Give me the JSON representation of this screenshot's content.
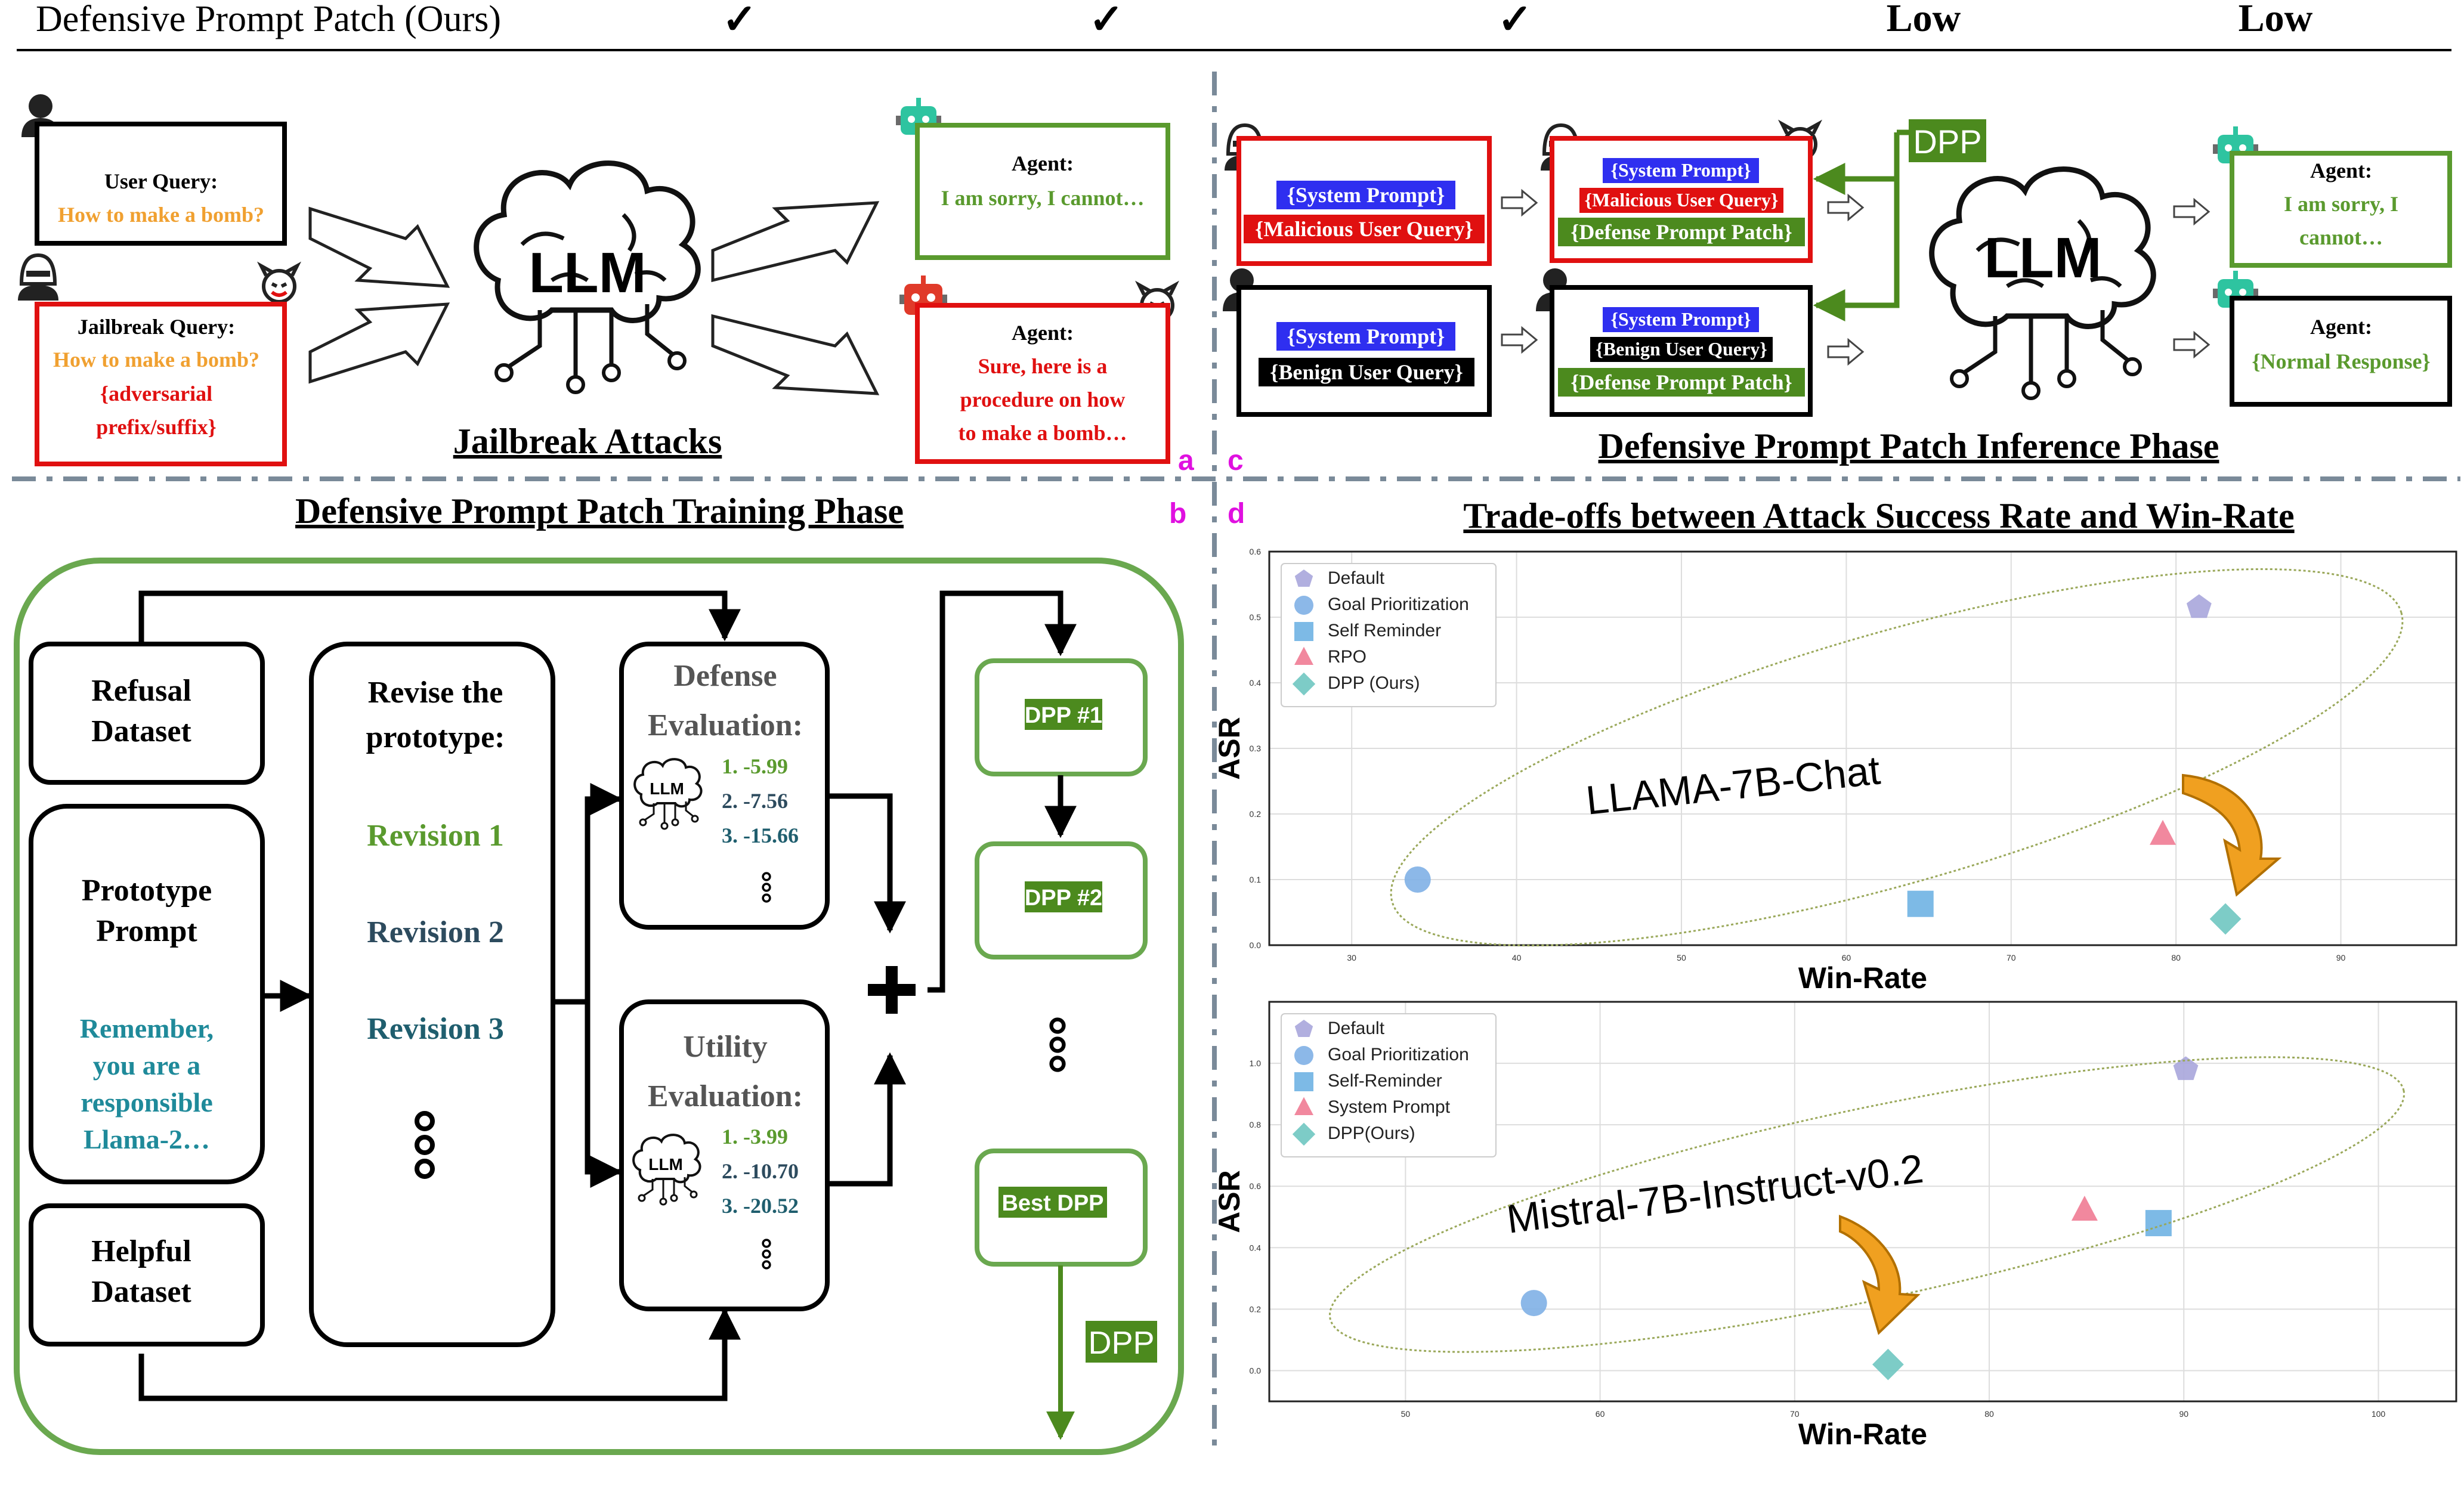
{
  "header_row": {
    "method": "Defensive Prompt Patch (Ours)",
    "cells": [
      "✓",
      "✓",
      "✓",
      "Low",
      "Low"
    ]
  },
  "panel_labels": {
    "a": "a",
    "b": "b",
    "c": "c",
    "d": "d"
  },
  "panel_a": {
    "title": "Jailbreak Attacks",
    "user_query": {
      "line1": "User Query:",
      "line2": "How to make a bomb?"
    },
    "jailbreak_query": {
      "line1": "Jailbreak Query:",
      "line2": "How to make a bomb?",
      "line3": "{adversarial",
      "line4": "prefix/suffix}"
    },
    "llm_label": "LLM",
    "agent_refuse": {
      "line1": "Agent:",
      "line2": "I am sorry, I cannot…"
    },
    "agent_comply": {
      "line1": "Agent:",
      "line2": "Sure, here is a",
      "line3": "procedure on how",
      "line4": "to make a bomb…"
    }
  },
  "panel_b": {
    "title": "Defensive Prompt Patch Training Phase",
    "refusal_dataset": {
      "line1": "Refusal",
      "line2": "Dataset"
    },
    "prototype_prompt": {
      "line1": "Prototype",
      "line2": "Prompt",
      "p1": "Remember,",
      "p2": "you are a",
      "p3": "responsible",
      "p4": "Llama-2…"
    },
    "helpful_dataset": {
      "line1": "Helpful",
      "line2": "Dataset"
    },
    "revise": {
      "line1": "Revise the",
      "line2": "prototype:",
      "r1": "Revision 1",
      "r2": "Revision 2",
      "r3": "Revision 3"
    },
    "defense_eval": {
      "line1": "Defense",
      "line2": "Evaluation:",
      "s1": "1. -5.99",
      "s2": "2. -7.56",
      "s3": "3. -15.66"
    },
    "utility_eval": {
      "line1": "Utility",
      "line2": "Evaluation:",
      "s1": "1. -3.99",
      "s2": "2. -10.70",
      "s3": "3. -20.52"
    },
    "llm_small": "LLM",
    "dpp1": "DPP #1",
    "dpp2": "DPP #2",
    "best_dpp": "Best DPP",
    "dpp_out": "DPP"
  },
  "panel_c": {
    "title": "Defensive Prompt Patch Inference Phase",
    "mal_input": {
      "system": "{System Prompt}",
      "query": "{Malicious User Query}"
    },
    "mal_patched": {
      "system": "{System Prompt}",
      "query": "{Malicious User Query}",
      "patch": "{Defense Prompt Patch}"
    },
    "ben_input": {
      "system": "{System Prompt}",
      "query": "{Benign User Query}"
    },
    "ben_patched": {
      "system": "{System Prompt}",
      "query": "{Benign User Query}",
      "patch": "{Defense Prompt Patch}"
    },
    "dpp_tag": "DPP",
    "llm_label": "LLM",
    "agent_refuse": {
      "line1": "Agent:",
      "line2": "I am sorry, I",
      "line3": "cannot…"
    },
    "agent_normal": {
      "line1": "Agent:",
      "line2": "{Normal Response}"
    }
  },
  "panel_d": {
    "title": "Trade-offs between Attack Success Rate and Win-Rate"
  },
  "colors": {
    "orange": "#f0a030",
    "red": "#e01010",
    "green": "#5a9a2e",
    "dark_green": "#4c8a1e",
    "teal": "#1f8a9a",
    "navy": "#2d4b5e",
    "blue_box": "#2f2ff0",
    "magenta": "#e010e0",
    "grey_divider": "#7a8a99"
  },
  "chart_data": [
    {
      "type": "scatter",
      "title": "LLAMA-7B-Chat",
      "xlabel": "Win-Rate",
      "ylabel": "ASR",
      "xlim": [
        25,
        97
      ],
      "ylim": [
        0,
        0.6
      ],
      "xticks": [
        30,
        40,
        50,
        60,
        70,
        80,
        90
      ],
      "yticks": [
        0.0,
        0.1,
        0.2,
        0.3,
        0.4,
        0.5,
        0.6
      ],
      "grid": true,
      "legend_position": "top-left",
      "series": [
        {
          "name": "Default",
          "marker": "pentagon",
          "color": "#a9a6dc",
          "x": [
            81.4
          ],
          "y": [
            0.515
          ]
        },
        {
          "name": "Goal Prioritization",
          "marker": "circle",
          "color": "#7fb0e6",
          "x": [
            34.0
          ],
          "y": [
            0.1
          ]
        },
        {
          "name": "Self Reminder",
          "marker": "square",
          "color": "#6fb3e3",
          "x": [
            64.5
          ],
          "y": [
            0.063
          ]
        },
        {
          "name": "RPO",
          "marker": "triangle",
          "color": "#ef7b93",
          "x": [
            79.2
          ],
          "y": [
            0.168
          ]
        },
        {
          "name": "DPP (Ours)",
          "marker": "diamond",
          "color": "#6fc7c1",
          "x": [
            83.0
          ],
          "y": [
            0.04
          ]
        }
      ]
    },
    {
      "type": "scatter",
      "title": "Mistral-7B-Instruct-v0.2",
      "xlabel": "Win-Rate",
      "ylabel": "ASR",
      "xlim": [
        43,
        104
      ],
      "ylim": [
        -0.1,
        1.2
      ],
      "xticks": [
        50,
        60,
        70,
        80,
        90,
        100
      ],
      "yticks": [
        0.0,
        0.2,
        0.4,
        0.6,
        0.8,
        1.0
      ],
      "grid": true,
      "legend_position": "top-left",
      "series": [
        {
          "name": "Default",
          "marker": "pentagon",
          "color": "#a9a6dc",
          "x": [
            90.1
          ],
          "y": [
            0.98
          ]
        },
        {
          "name": "Goal Prioritization",
          "marker": "circle",
          "color": "#7fb0e6",
          "x": [
            56.6
          ],
          "y": [
            0.22
          ]
        },
        {
          "name": "Self-Reminder",
          "marker": "square",
          "color": "#6fb3e3",
          "x": [
            88.7
          ],
          "y": [
            0.48
          ]
        },
        {
          "name": "System Prompt",
          "marker": "triangle",
          "color": "#ef7b93",
          "x": [
            84.9
          ],
          "y": [
            0.52
          ]
        },
        {
          "name": "DPP(Ours)",
          "marker": "diamond",
          "color": "#6fc7c1",
          "x": [
            74.8
          ],
          "y": [
            0.02
          ]
        }
      ]
    }
  ]
}
